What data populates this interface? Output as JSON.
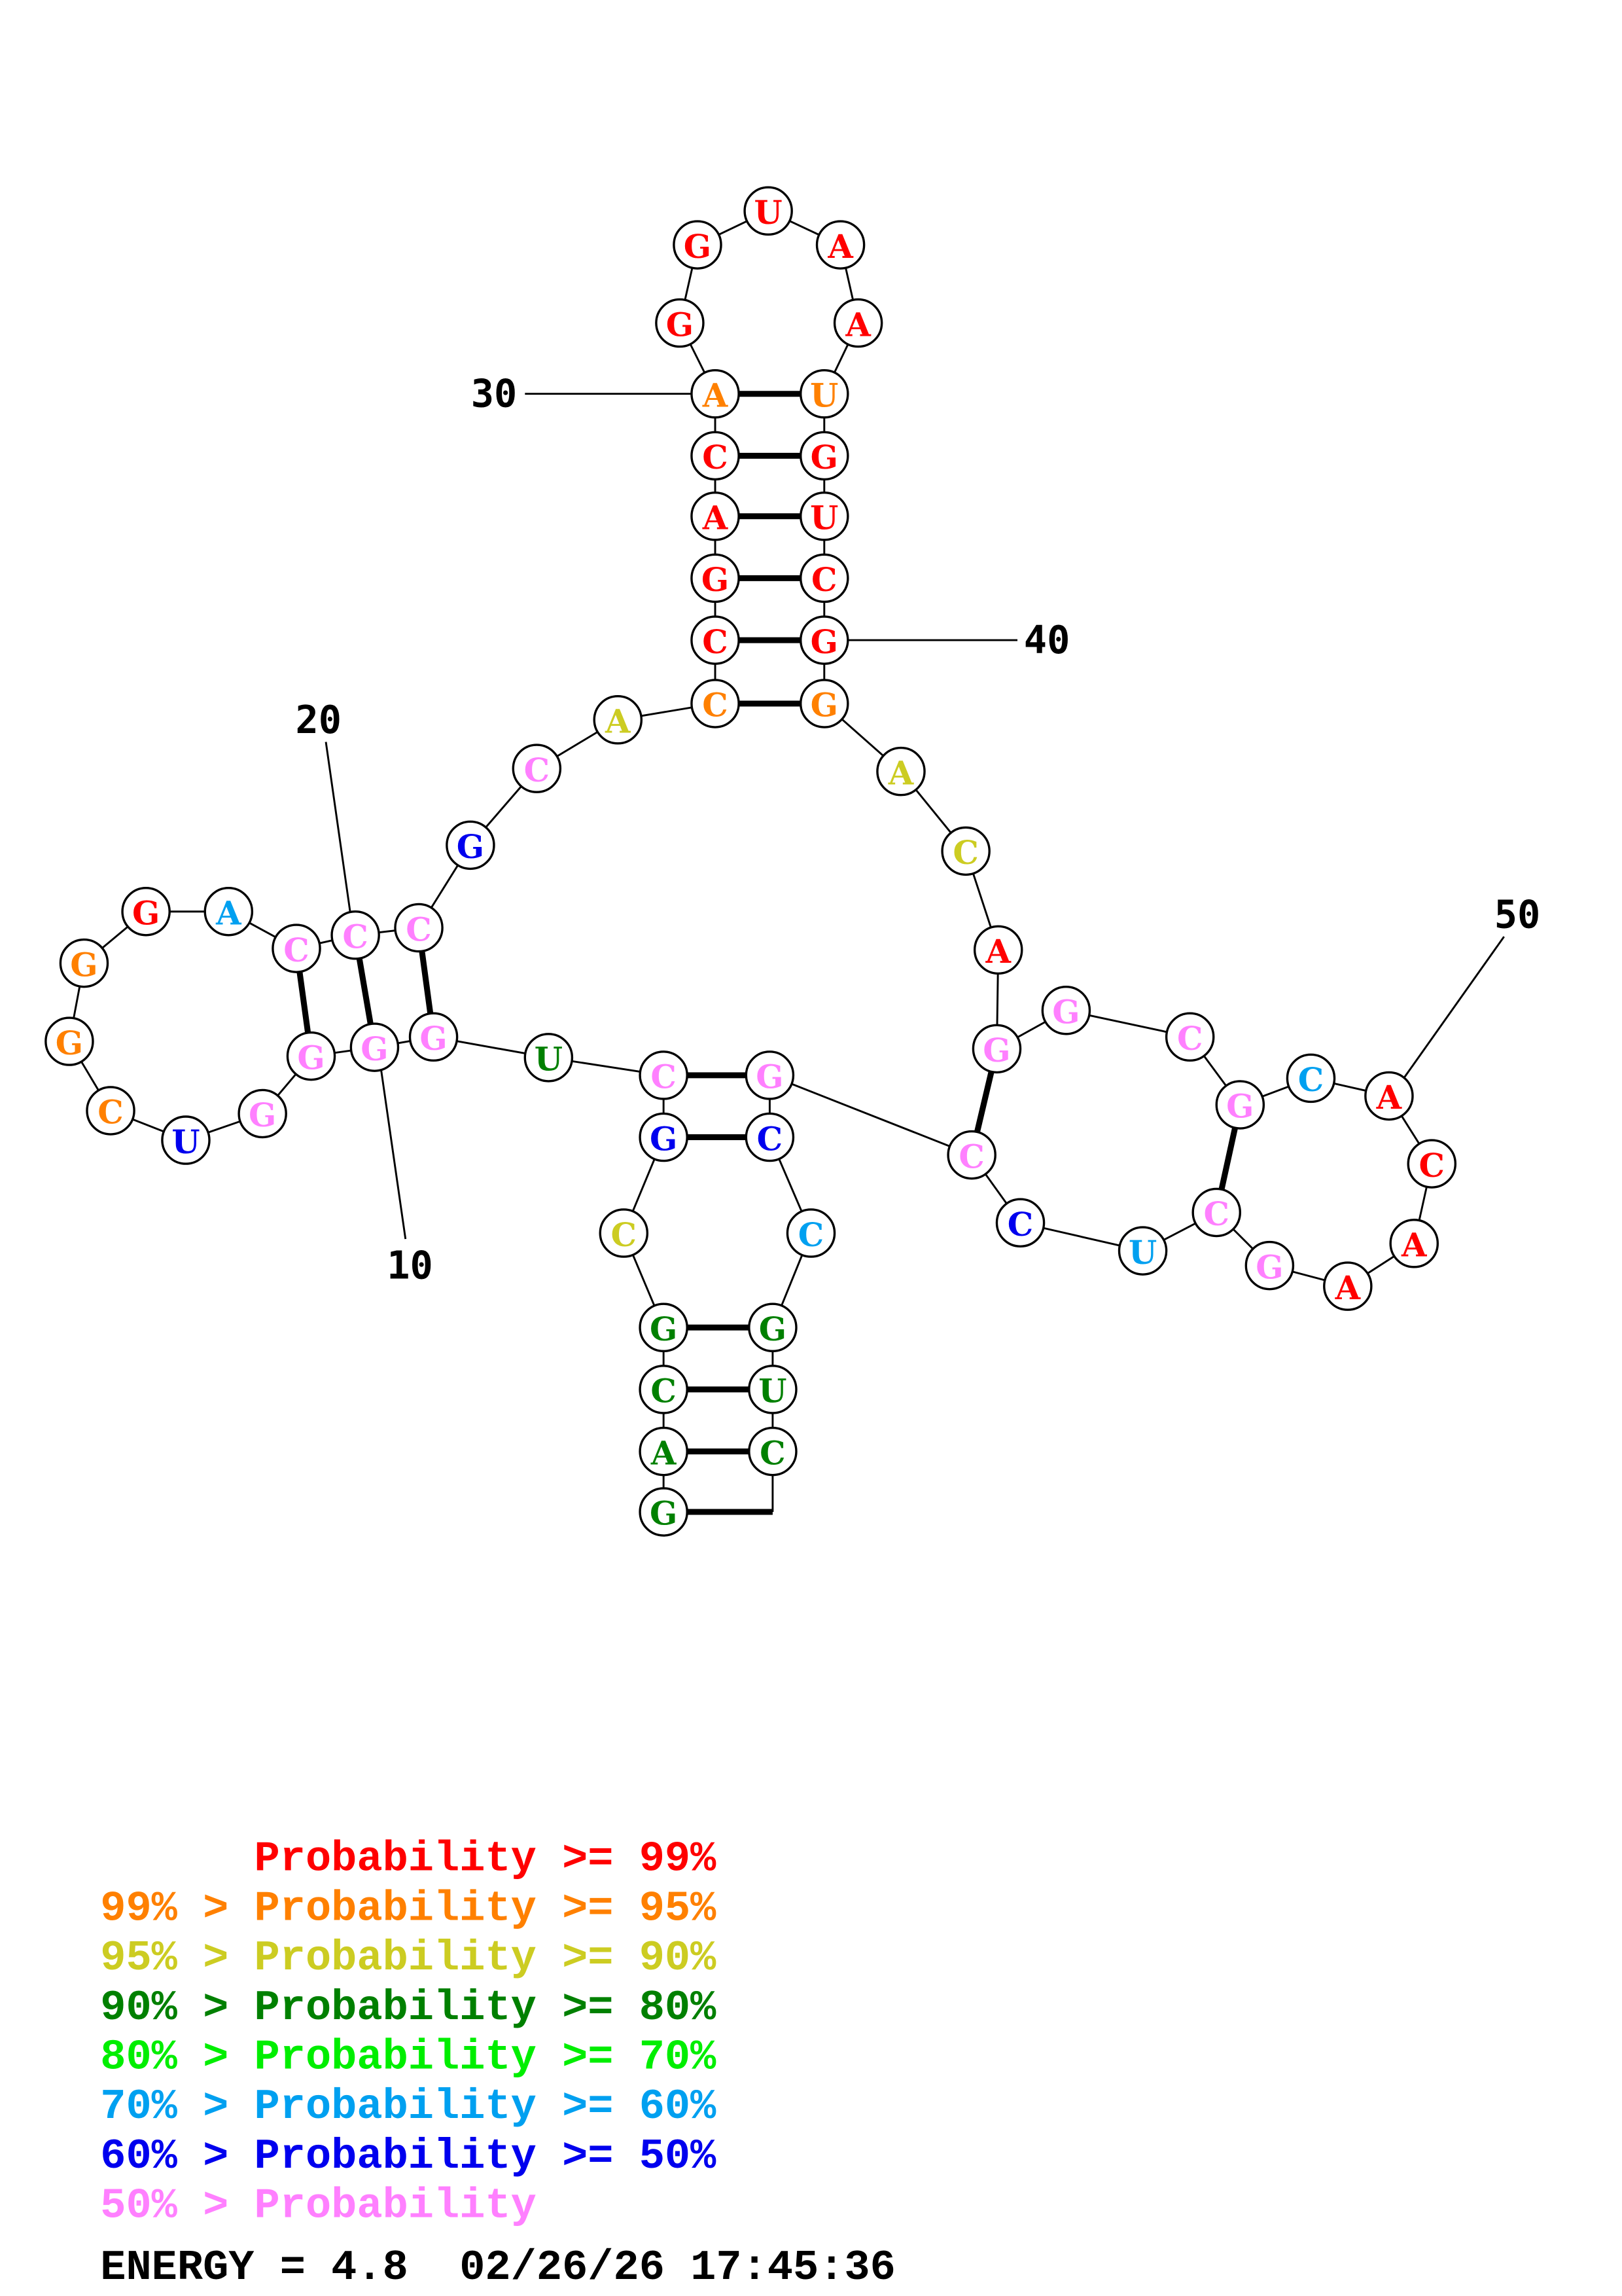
{
  "diagram": {
    "type": "rna-secondary-structure",
    "sequence": "GACGCGCUGGGGUCGGGACCCGCACCGACAGGUAAUGUCGGACAGGCGCACAAGCUCCGCCGUC",
    "color_classes": [
      "g",
      "g",
      "g",
      "g",
      "y",
      "b",
      "p",
      "g",
      "p",
      "p",
      "p",
      "p",
      "b",
      "o",
      "o",
      "o",
      "r",
      "l",
      "p",
      "p",
      "p",
      "b",
      "p",
      "y",
      "o",
      "r",
      "r",
      "r",
      "r",
      "o",
      "r",
      "r",
      "r",
      "r",
      "r",
      "o",
      "r",
      "r",
      "r",
      "r",
      "o",
      "y",
      "y",
      "r",
      "p",
      "p",
      "p",
      "p",
      "l",
      "r",
      "r",
      "r",
      "r",
      "p",
      "p",
      "l",
      "b",
      "p",
      "p",
      "b",
      "l",
      "g",
      "g",
      "g",
      "g"
    ],
    "pairs": [
      [
        1,
        65
      ],
      [
        2,
        64
      ],
      [
        3,
        63
      ],
      [
        4,
        62
      ],
      [
        6,
        60
      ],
      [
        7,
        59
      ],
      [
        9,
        21
      ],
      [
        10,
        20
      ],
      [
        11,
        19
      ],
      [
        25,
        41
      ],
      [
        26,
        40
      ],
      [
        27,
        39
      ],
      [
        28,
        38
      ],
      [
        29,
        37
      ],
      [
        30,
        36
      ],
      [
        45,
        58
      ],
      [
        48,
        55
      ]
    ],
    "position_labels": [
      "10",
      "20",
      "30",
      "40",
      "50"
    ]
  },
  "colors": {
    "r": "#ff0000",
    "o": "#ff8000",
    "y": "#cccc22",
    "g": "#008000",
    "G": "#00ee00",
    "l": "#00a0f0",
    "b": "#0000ee",
    "p": "#ff80ff"
  },
  "legend": [
    {
      "text": "      Probability >= 99%",
      "color": "r"
    },
    {
      "text": "99% > Probability >= 95%",
      "color": "o"
    },
    {
      "text": "95% > Probability >= 90%",
      "color": "y"
    },
    {
      "text": "90% > Probability >= 80%",
      "color": "g"
    },
    {
      "text": "80% > Probability >= 70%",
      "color": "G"
    },
    {
      "text": "70% > Probability >= 60%",
      "color": "l"
    },
    {
      "text": "60% > Probability >= 50%",
      "color": "b"
    },
    {
      "text": "50% > Probability",
      "color": "p"
    }
  ],
  "footer": {
    "energy": "ENERGY = 4.8  02/26/26 17:45:36"
  }
}
